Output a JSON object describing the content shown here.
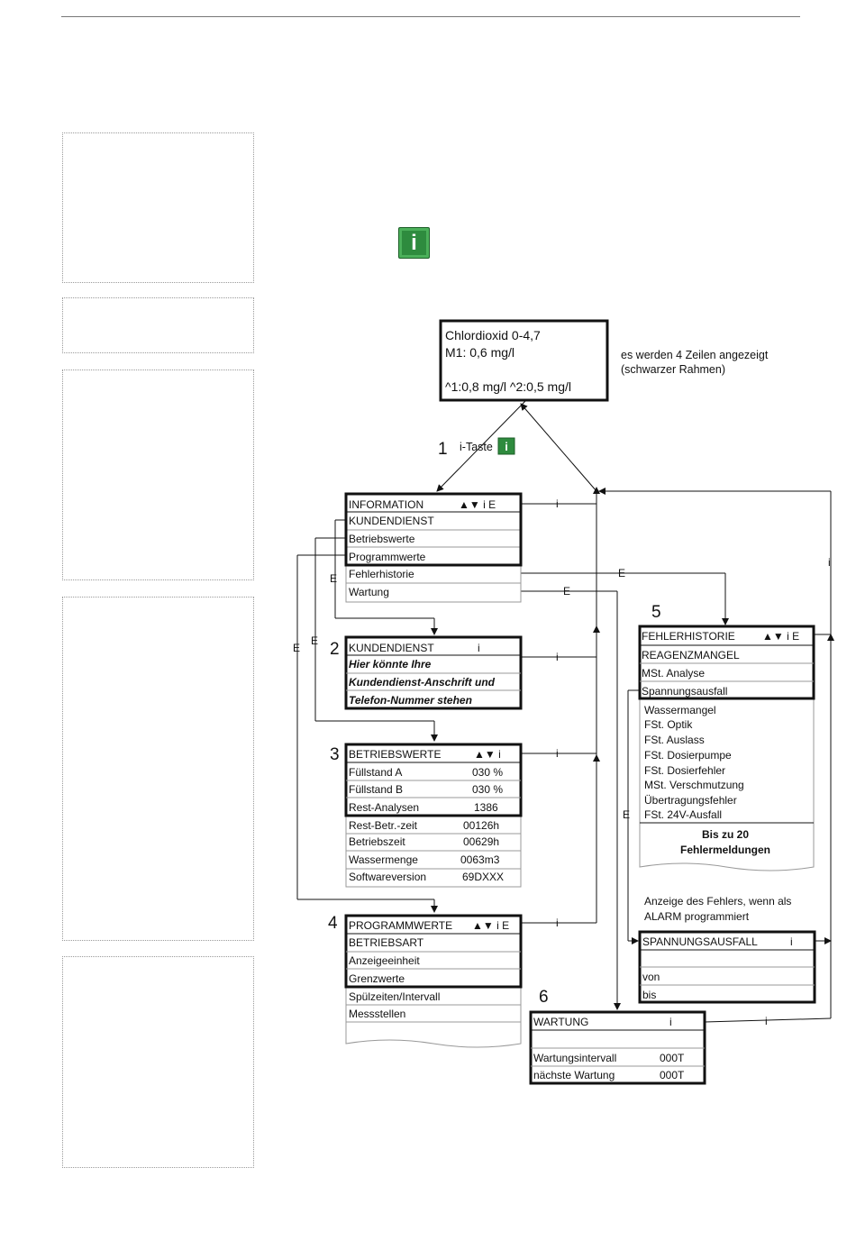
{
  "display": {
    "lines": [
      "Chlordioxid 0-4,7",
      "M1: 0,6 mg/l",
      "^1:0,8 mg/l  ^2:0,5 mg/l"
    ],
    "note": [
      "es werden 4 Zeilen angezeigt",
      "(schwarzer Rahmen)"
    ]
  },
  "info_key": {
    "glyph": "i",
    "label": "i-Taste"
  },
  "step_numbers": [
    "1",
    "2",
    "3",
    "4",
    "5",
    "6"
  ],
  "edge_labels": {
    "i": "i",
    "E": "E"
  },
  "menus": {
    "information": {
      "header": "INFORMATION",
      "keys": "▲▼ i E",
      "rows": [
        "KUNDENDIENST",
        "Betriebswerte",
        "Programmwerte",
        "Fehlerhistorie",
        "Wartung"
      ]
    },
    "kundendienst": {
      "header": "KUNDENDIENST",
      "keys": "i",
      "rows": [
        "Hier könnte Ihre",
        "Kundendienst-Anschrift und",
        "Telefon-Nummer stehen"
      ]
    },
    "betriebswerte": {
      "header": "BETRIEBSWERTE",
      "keys": "▲▼ i",
      "rows": [
        {
          "label": "Füllstand  A",
          "value": "030 %"
        },
        {
          "label": "Füllstand B",
          "value": "030 %"
        },
        {
          "label": "Rest-Analysen",
          "value": "1386"
        },
        {
          "label": "Rest-Betr.-zeit",
          "value": "00126h"
        },
        {
          "label": "Betriebszeit",
          "value": "00629h"
        },
        {
          "label": "Wassermenge",
          "value": "0063m3"
        },
        {
          "label": "Softwareversion",
          "value": "69DXXX"
        }
      ]
    },
    "programmwerte": {
      "header": "PROGRAMMWERTE",
      "keys": "▲▼ i E",
      "rows": [
        "BETRIEBSART",
        "Anzeigeeinheit",
        "Grenzwerte",
        "Spülzeiten/Intervall",
        "Messstellen"
      ]
    },
    "fehlerhistorie": {
      "header": "FEHLERHISTORIE",
      "keys": "▲▼ i E",
      "rows": [
        "REAGENZMANGEL",
        "MSt. Analyse",
        "Spannungsausfall"
      ],
      "list": [
        "Wassermangel",
        "FSt. Optik",
        "FSt. Auslass",
        "FSt. Dosierpumpe",
        "FSt. Dosierfehler",
        "MSt. Verschmutzung",
        "Übertragungsfehler",
        "FSt. 24V-Ausfall"
      ],
      "footer": [
        "Bis zu 20",
        "Fehlermeldungen"
      ]
    },
    "alarm_note": [
      "Anzeige des Fehlers, wenn als",
      "ALARM programmiert"
    ],
    "spannungsausfall": {
      "header": "SPANNUNGSAUSFALL",
      "keys": "i",
      "rows": [
        "",
        "von",
        "bis"
      ]
    },
    "wartung": {
      "header": "WARTUNG",
      "keys": "i",
      "rows": [
        {
          "label": "",
          "value": ""
        },
        {
          "label": "Wartungsintervall",
          "value": "000T"
        },
        {
          "label": "nächste Wartung",
          "value": "000T"
        }
      ]
    }
  }
}
